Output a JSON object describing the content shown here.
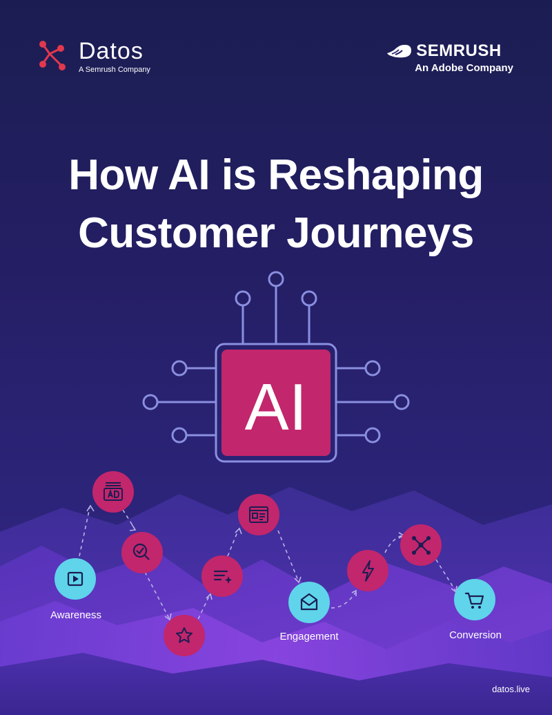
{
  "brand": {
    "datos_name": "Datos",
    "datos_tagline": "A Semrush Company",
    "semrush_name": "SEMRUSH",
    "semrush_tagline": "An Adobe Company"
  },
  "title": {
    "line1": "How AI is Reshaping",
    "line2": "Customer Journeys"
  },
  "chip_label": "AI",
  "journey": {
    "stages": [
      {
        "label": "Awareness"
      },
      {
        "label": "Engagement"
      },
      {
        "label": "Conversion"
      }
    ],
    "icons": [
      "ad-icon",
      "search-check-icon",
      "play-icon",
      "star-icon",
      "sparkle-list-icon",
      "browser-icon",
      "mail-icon",
      "lightning-icon",
      "network-icon",
      "cart-icon"
    ]
  },
  "colors": {
    "background_top": "#1b1d52",
    "background_bottom": "#3a2690",
    "accent_magenta": "#c2266c",
    "accent_cyan": "#5fd4ea",
    "chip_outline": "#8a8fe0",
    "datos_red": "#e2384d"
  },
  "footer": {
    "url": "datos.live"
  }
}
